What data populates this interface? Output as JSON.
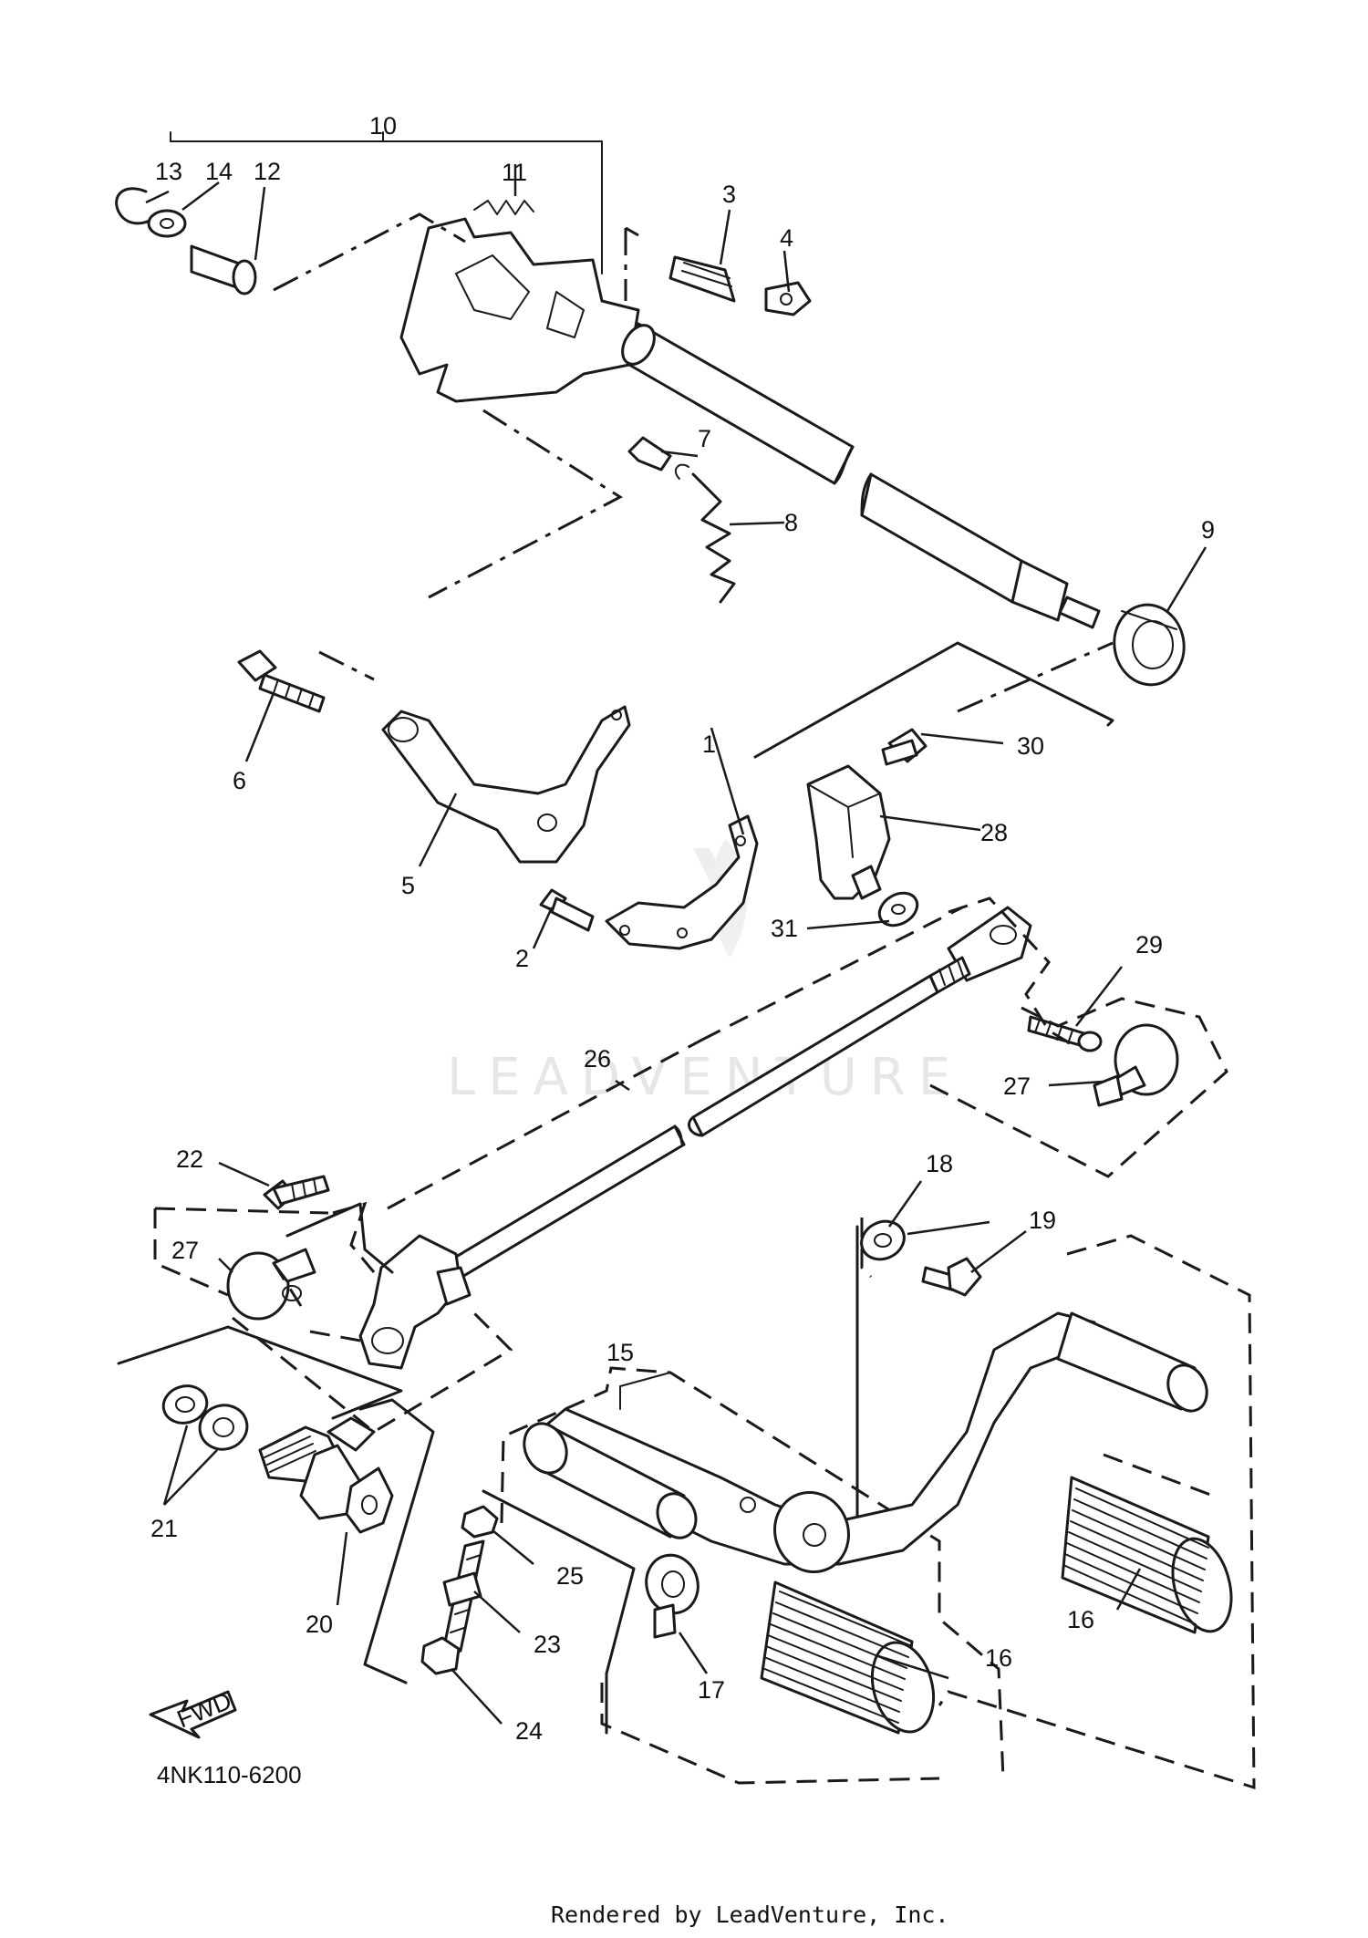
{
  "watermark": {
    "text": "LEADVENTURE"
  },
  "diagram_code": "4NK110-6200",
  "fwd_label": "FWD",
  "footer": "Rendered by LeadVenture, Inc.",
  "callouts": [
    {
      "id": "c1",
      "label": "1"
    },
    {
      "id": "c2",
      "label": "2"
    },
    {
      "id": "c3",
      "label": "3"
    },
    {
      "id": "c4",
      "label": "4"
    },
    {
      "id": "c5",
      "label": "5"
    },
    {
      "id": "c6",
      "label": "6"
    },
    {
      "id": "c7",
      "label": "7"
    },
    {
      "id": "c8",
      "label": "8"
    },
    {
      "id": "c9",
      "label": "9"
    },
    {
      "id": "c10",
      "label": "10"
    },
    {
      "id": "c11",
      "label": "11"
    },
    {
      "id": "c12",
      "label": "12"
    },
    {
      "id": "c13",
      "label": "13"
    },
    {
      "id": "c14",
      "label": "14"
    },
    {
      "id": "c15",
      "label": "15"
    },
    {
      "id": "c16a",
      "label": "16"
    },
    {
      "id": "c16b",
      "label": "16"
    },
    {
      "id": "c17",
      "label": "17"
    },
    {
      "id": "c18",
      "label": "18"
    },
    {
      "id": "c19",
      "label": "19"
    },
    {
      "id": "c20",
      "label": "20"
    },
    {
      "id": "c21",
      "label": "21"
    },
    {
      "id": "c22",
      "label": "22"
    },
    {
      "id": "c23",
      "label": "23"
    },
    {
      "id": "c24",
      "label": "24"
    },
    {
      "id": "c25",
      "label": "25"
    },
    {
      "id": "c26",
      "label": "26"
    },
    {
      "id": "c27a",
      "label": "27"
    },
    {
      "id": "c27b",
      "label": "27"
    },
    {
      "id": "c28",
      "label": "28"
    },
    {
      "id": "c29",
      "label": "29"
    },
    {
      "id": "c30",
      "label": "30"
    },
    {
      "id": "c31",
      "label": "31"
    }
  ]
}
